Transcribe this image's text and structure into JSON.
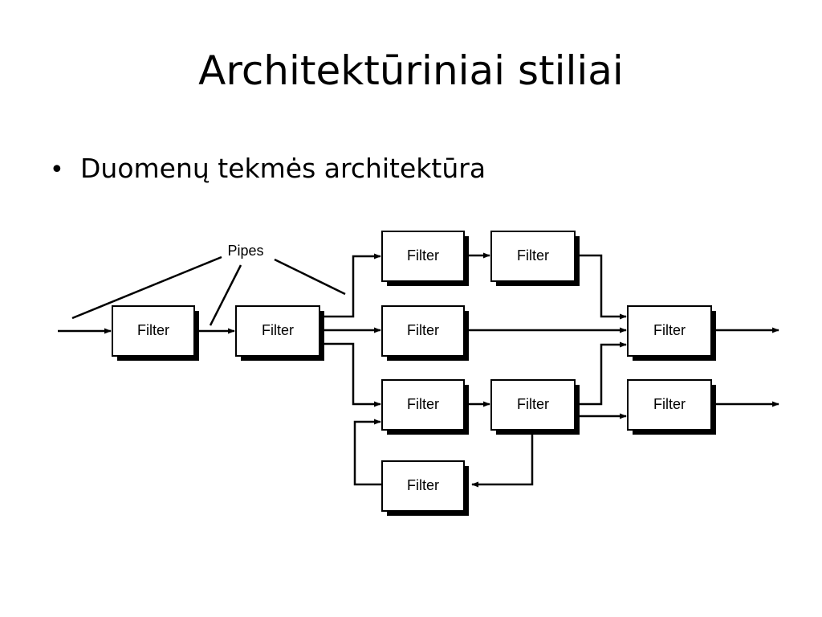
{
  "slide": {
    "title": "Architektūriniai stiliai",
    "bullets": [
      {
        "text": "Duomenų tekmės architektūra"
      }
    ]
  },
  "diagram": {
    "pipes_label": "Pipes",
    "filter_label": "Filter",
    "nodes": [
      {
        "id": "f1"
      },
      {
        "id": "f2"
      },
      {
        "id": "f3"
      },
      {
        "id": "f4"
      },
      {
        "id": "f5"
      },
      {
        "id": "f6"
      },
      {
        "id": "f7"
      },
      {
        "id": "f8"
      },
      {
        "id": "f9"
      },
      {
        "id": "f10"
      },
      {
        "id": "f11"
      }
    ],
    "edges": [
      {
        "from": "input",
        "to": "f1"
      },
      {
        "from": "f1",
        "to": "f2"
      },
      {
        "from": "f2",
        "to": "f3"
      },
      {
        "from": "f2",
        "to": "f5"
      },
      {
        "from": "f2",
        "to": "f6"
      },
      {
        "from": "f3",
        "to": "f4"
      },
      {
        "from": "f4",
        "to": "f9"
      },
      {
        "from": "f5",
        "to": "f9"
      },
      {
        "from": "f6",
        "to": "f7"
      },
      {
        "from": "f7",
        "to": "f9"
      },
      {
        "from": "f7",
        "to": "f10"
      },
      {
        "from": "f7",
        "to": "f8"
      },
      {
        "from": "f8",
        "to": "f6"
      },
      {
        "from": "f9",
        "to": "output"
      },
      {
        "from": "f10",
        "to": "output"
      }
    ]
  }
}
